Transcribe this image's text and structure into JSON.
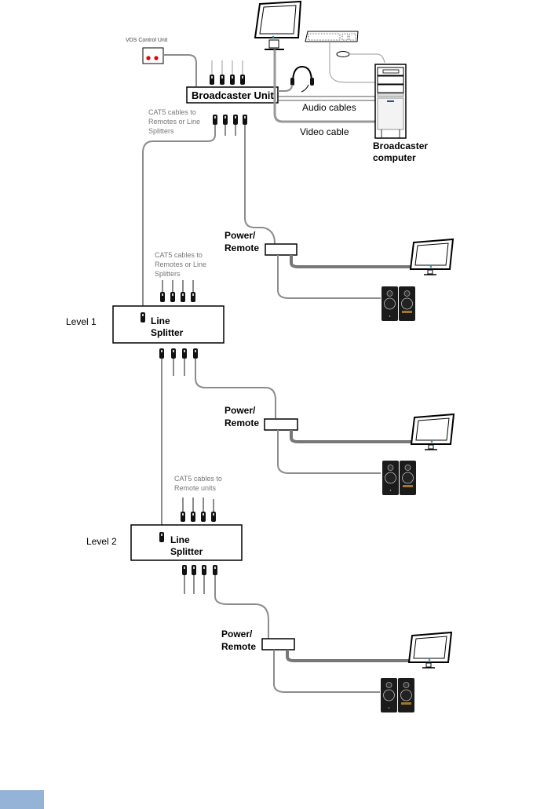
{
  "labels": {
    "vds_control_unit": "VDS Control Unit",
    "broadcaster_unit": "Broadcaster Unit",
    "audio_cables": "Audio cables",
    "video_cable": "Video cable",
    "broadcaster_computer_line1": "Broadcaster",
    "broadcaster_computer_line2": "computer",
    "cat5_top_line1": "CAT5 cables to",
    "cat5_top_line2": "Remotes or Line",
    "cat5_top_line3": "Splitters",
    "cat5_l1_line1": "CAT5 cables to",
    "cat5_l1_line2": "Remotes or Line",
    "cat5_l1_line3": "Splitters",
    "cat5_l2_line1": "CAT5 cables to",
    "cat5_l2_line2": "Remote units",
    "level1": "Level 1",
    "level2": "Level 2",
    "line_splitter_line1": "Line",
    "line_splitter_line2": "Splitter",
    "power_remote_line1": "Power/",
    "power_remote_line2": "Remote"
  },
  "colors": {
    "led_red": "#e00000",
    "monitor_led": "#1a9fd0",
    "footer_block": "#95b3d7"
  }
}
